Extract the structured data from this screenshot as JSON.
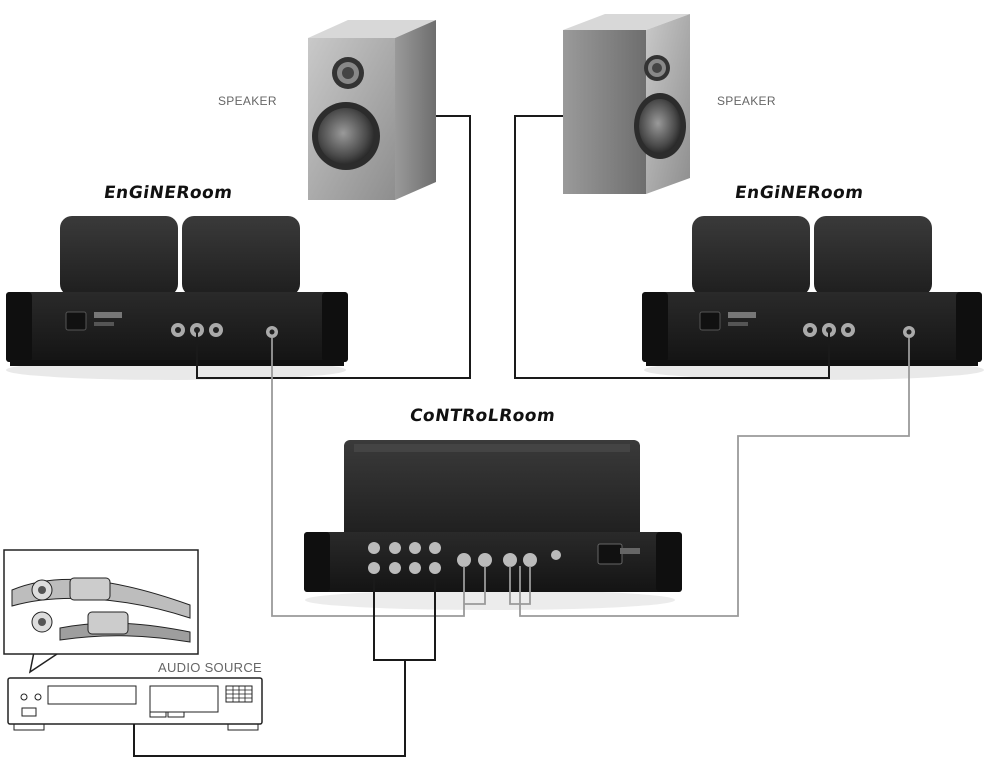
{
  "labels": {
    "speaker_left": "SPEAKER",
    "speaker_right": "SPEAKER",
    "amp_left_brand": "EnGiNERoom",
    "amp_right_brand": "EnGiNERoom",
    "preamp_brand": "CoNTRoLRoom",
    "audio_source": "AUDIO SOURCE"
  },
  "colors": {
    "speaker_cable": "#1a1a1a",
    "interconnect_cable": "#9a9a9a",
    "chassis": "#222222",
    "transformer": "#2e2e2e",
    "speaker_box": "#b5b5b5"
  }
}
